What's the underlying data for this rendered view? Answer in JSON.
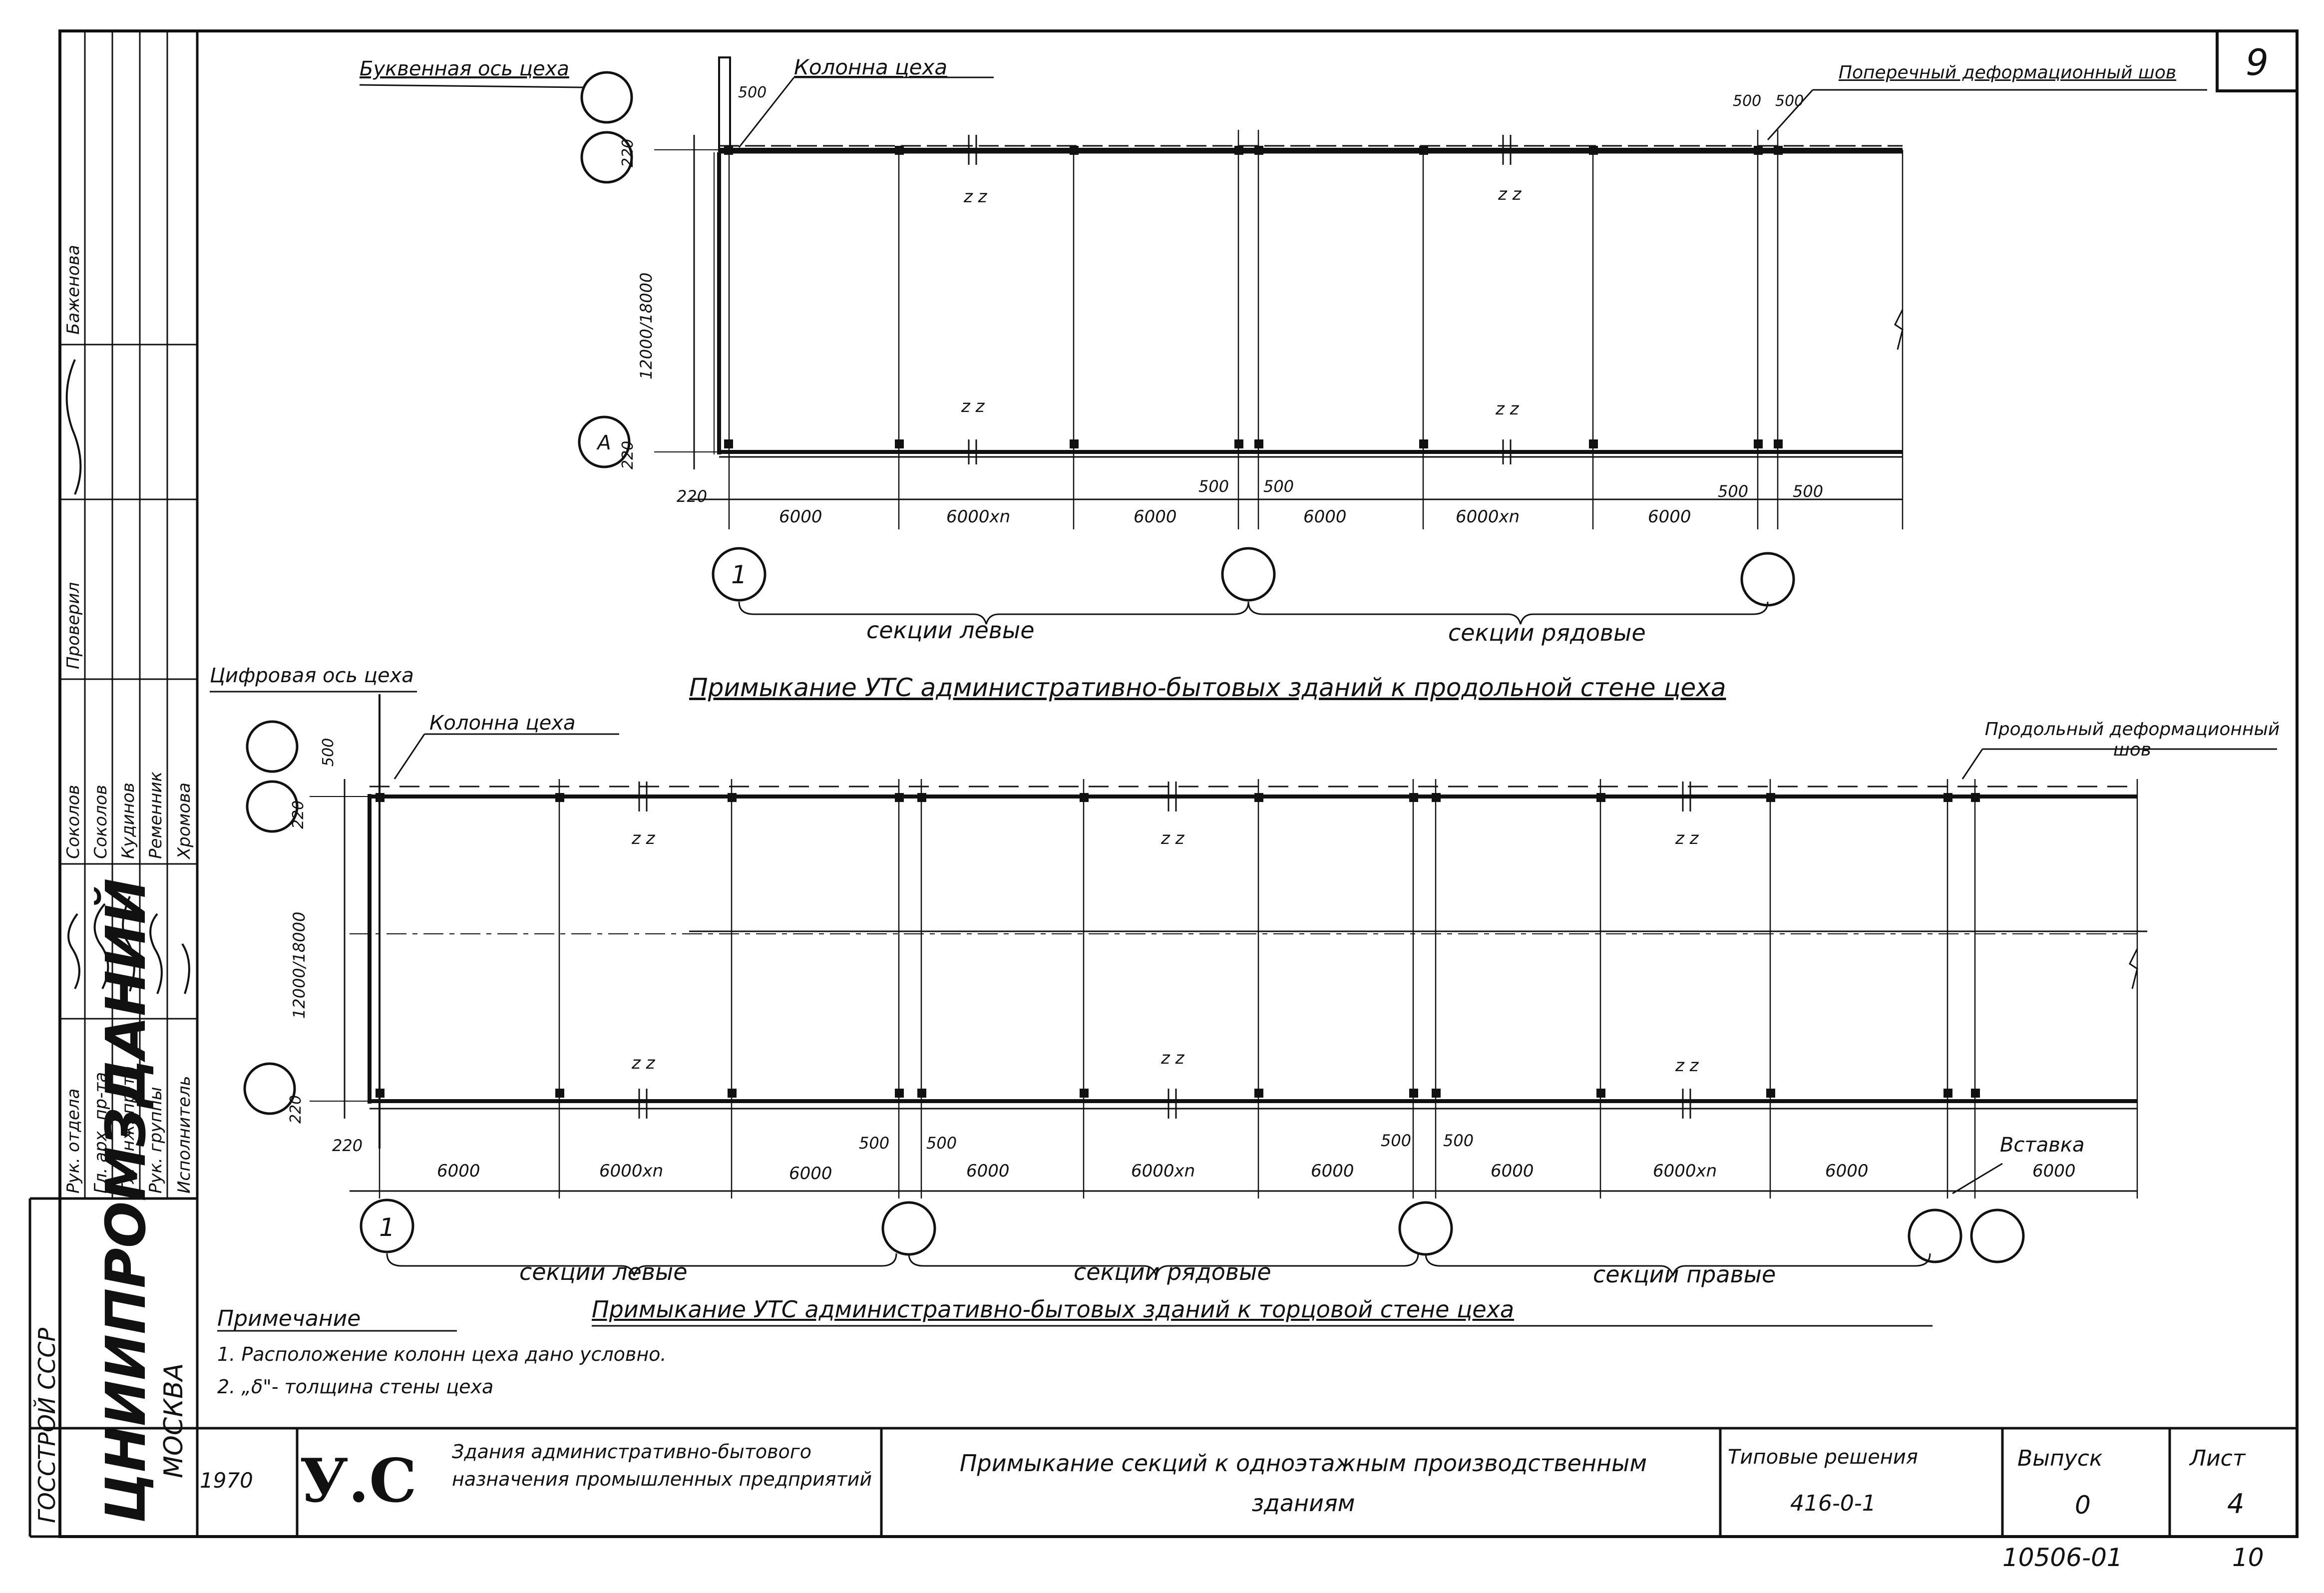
{
  "sheet_corner_number": "9",
  "plan_top": {
    "title": "Примыкание УТС административно-бытовых зданий к продольной стене цеха",
    "labels": {
      "letter_axis": "Буквенная ось цеха",
      "column": "Колонна цеха",
      "joint": "Поперечный деформационный шов",
      "axis_a": "А",
      "axis_1": "1"
    },
    "dims": {
      "d500": "500",
      "d220": "220",
      "d12000": "12000/18000",
      "d6000": "6000",
      "d6000n": "6000хn"
    },
    "sections": [
      "секции левые",
      "секции рядовые"
    ]
  },
  "plan_bottom": {
    "title": "Примыкание УТС административно-бытовых зданий к торцовой стене цеха",
    "labels": {
      "digit_axis": "Цифровая ось цеха",
      "column": "Колонна цеха",
      "joint": "Продольный деформационный шов",
      "insert": "Вставка",
      "axis_1": "1"
    },
    "dims": {
      "d500": "500",
      "d220": "220",
      "d12000": "12000/18000",
      "d6000": "6000",
      "d6000n": "6000хn"
    },
    "sections": [
      "секции левые",
      "секции рядовые",
      "секции правые"
    ]
  },
  "note": {
    "heading": "Примечание",
    "items": [
      "1. Расположение колонн цеха дано условно.",
      "2. „δ\"- толщина стены цеха"
    ]
  },
  "side_stamp": {
    "org": [
      "ГОССТРОЙ СССР",
      "ЦНИИПРОМЗДАНИЙ",
      "МОСКВА"
    ],
    "roles": [
      "Рук. отдела",
      "Гл. арх. пр-та",
      "Гл. инж. пр-та",
      "Рук. группы",
      "Исполнитель"
    ],
    "names": [
      "Соколов",
      "Соколов",
      "Кудинов",
      "Ременник",
      "Хромова"
    ],
    "checked": [
      "Проверил",
      "Баженова"
    ]
  },
  "title_block": {
    "year": "1970",
    "series": "У.С",
    "series_desc": "Здания административно-бытового назначения промышленных предприятий",
    "sheet_title": "Примыкание секций к одноэтажным производственным зданиям",
    "typical_label": "Типовые решения",
    "typical_code": "416-0-1",
    "issue_label": "Выпуск",
    "issue": "0",
    "sheet_label": "Лист",
    "sheet": "4"
  },
  "footer": {
    "doc_number": "10506-01",
    "page": "10"
  }
}
